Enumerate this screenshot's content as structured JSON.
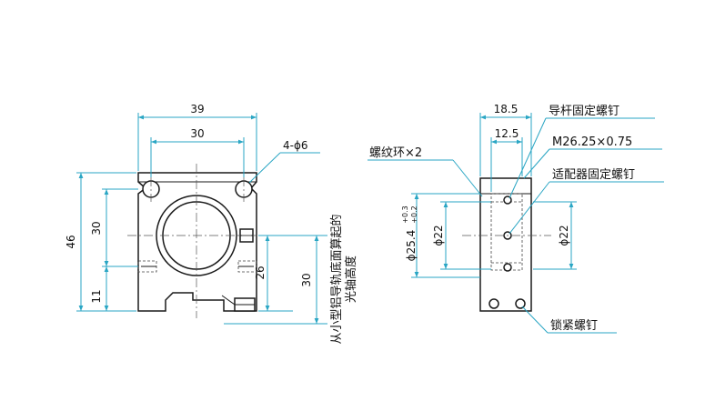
{
  "front_view": {
    "width_overall": "39",
    "hole_spacing_x": "30",
    "holes": "4-ϕ6",
    "height_overall": "46",
    "hole_spacing_y": "30",
    "bottom_offset": "11",
    "center_height": "26",
    "axis_height": "30",
    "note_line1": "从小型铝导轨底面算起的",
    "note_line2": "光轴高度"
  },
  "side_view": {
    "depth_overall": "18.5",
    "inner_depth": "12.5",
    "bore_dia": "ϕ25.4",
    "bore_tol_upper": "+0.3",
    "bore_tol_lower": "+0.2",
    "inner_dia_left": "ϕ22",
    "inner_dia_right": "ϕ22",
    "thread_spec": "M26.25×0.75",
    "label_guide_screw": "导杆固定螺钉",
    "label_thread_ring": "螺纹环×2",
    "label_adapter_screw": "适配器固定螺钉",
    "label_lock_screw": "锁紧螺钉"
  }
}
